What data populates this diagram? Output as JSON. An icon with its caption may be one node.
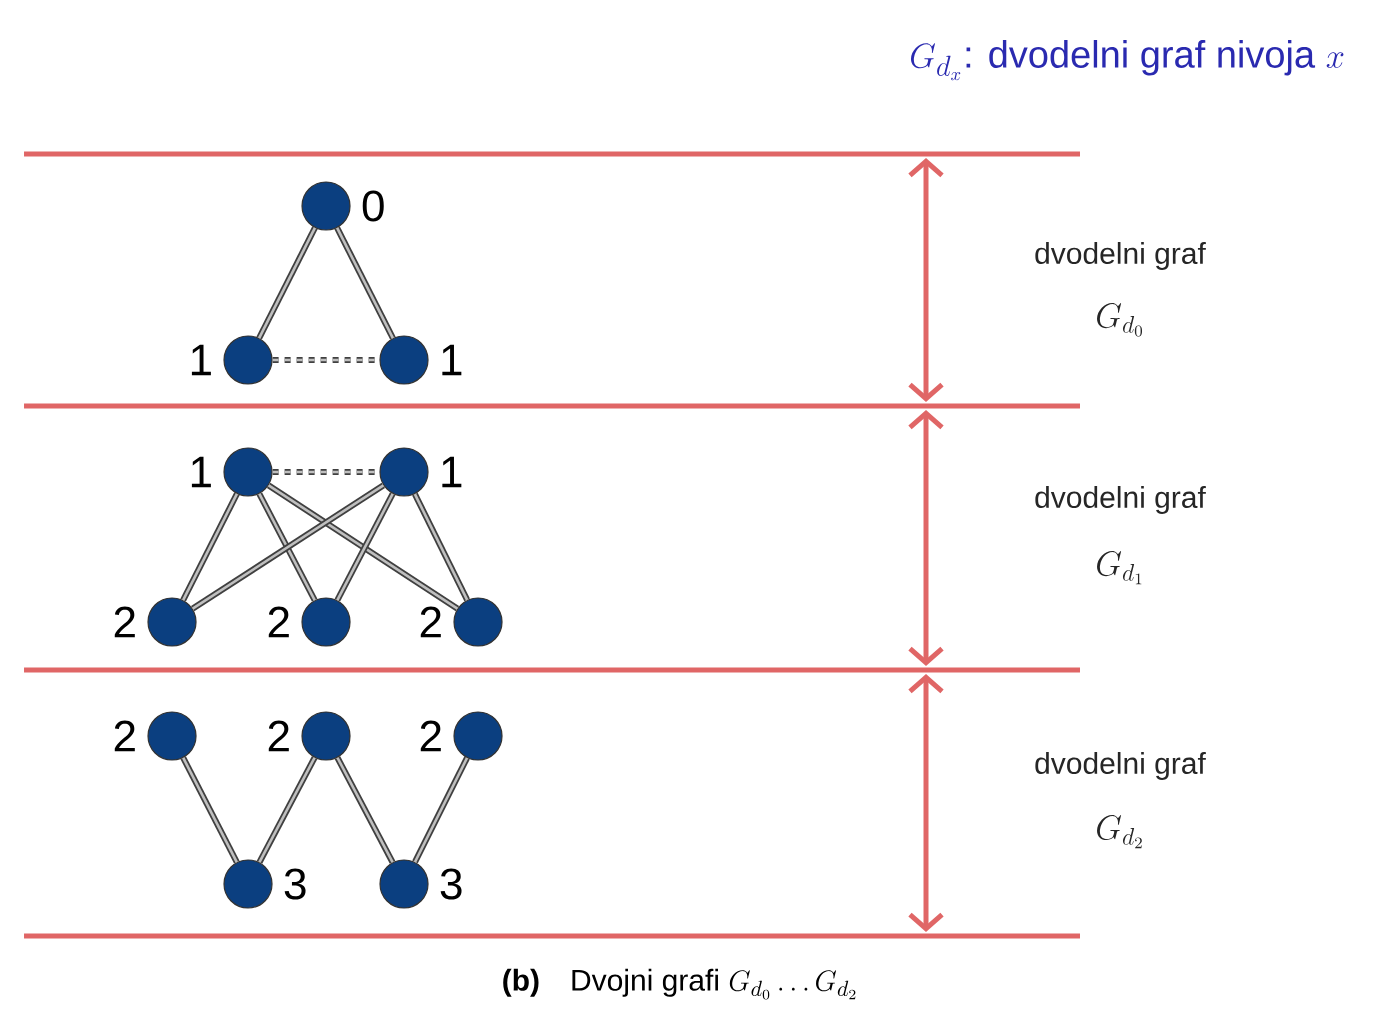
{
  "diagram": {
    "title": "G_{d_x}\\text{: dvodelni graf nivoja }x",
    "caption": "\\textbf{(b)}\\quad\\text{Dvojni grafi }G_{d_0}\\ldots G_{d_2}",
    "nodes": [
      {
        "text": [],
        "shape": "circle",
        "beside": [
          "0"
        ]
      },
      {
        "text": [],
        "shape": "circle",
        "beside": [
          "1"
        ]
      },
      {
        "text": [],
        "shape": "circle",
        "beside": [
          "1"
        ]
      },
      {
        "text": [],
        "shape": "circle",
        "beside": [
          "1"
        ]
      },
      {
        "text": [],
        "shape": "circle",
        "beside": [
          "1"
        ]
      },
      {
        "text": [],
        "shape": "circle",
        "beside": [
          "2"
        ]
      },
      {
        "text": [],
        "shape": "circle",
        "beside": [
          "2"
        ]
      },
      {
        "text": [],
        "shape": "circle",
        "beside": [
          "2"
        ]
      },
      {
        "text": [],
        "shape": "circle",
        "beside": [
          "2"
        ]
      },
      {
        "text": [],
        "shape": "circle",
        "beside": [
          "2"
        ]
      },
      {
        "text": [],
        "shape": "circle",
        "beside": [
          "2"
        ]
      },
      {
        "text": [],
        "shape": "circle",
        "beside": [
          "3"
        ]
      },
      {
        "text": [],
        "shape": "circle",
        "beside": [
          "3"
        ]
      }
    ],
    "edges": [
      {
        "from": 0,
        "to": 1,
        "arrow": "none"
      },
      {
        "from": 0,
        "to": 2,
        "arrow": "none"
      },
      {
        "from": 1,
        "to": 2,
        "arrow": "none",
        "style": "dashed"
      },
      {
        "from": 3,
        "to": 4,
        "arrow": "none",
        "style": "dashed"
      },
      {
        "from": 3,
        "to": 5,
        "arrow": "none"
      },
      {
        "from": 3,
        "to": 6,
        "arrow": "none"
      },
      {
        "from": 3,
        "to": 7,
        "arrow": "none"
      },
      {
        "from": 4,
        "to": 5,
        "arrow": "none"
      },
      {
        "from": 4,
        "to": 6,
        "arrow": "none"
      },
      {
        "from": 4,
        "to": 7,
        "arrow": "none"
      },
      {
        "from": 8,
        "to": 11,
        "arrow": "none"
      },
      {
        "from": 9,
        "to": 11,
        "arrow": "none"
      },
      {
        "from": 9,
        "to": 12,
        "arrow": "none"
      },
      {
        "from": 10,
        "to": 12,
        "arrow": "none"
      }
    ],
    "labels": [
      "dvodelni graf",
      "G_{d_0}",
      "dvodelni graf",
      "G_{d_1}",
      "dvodelni graf",
      "G_{d_2}"
    ]
  }
}
